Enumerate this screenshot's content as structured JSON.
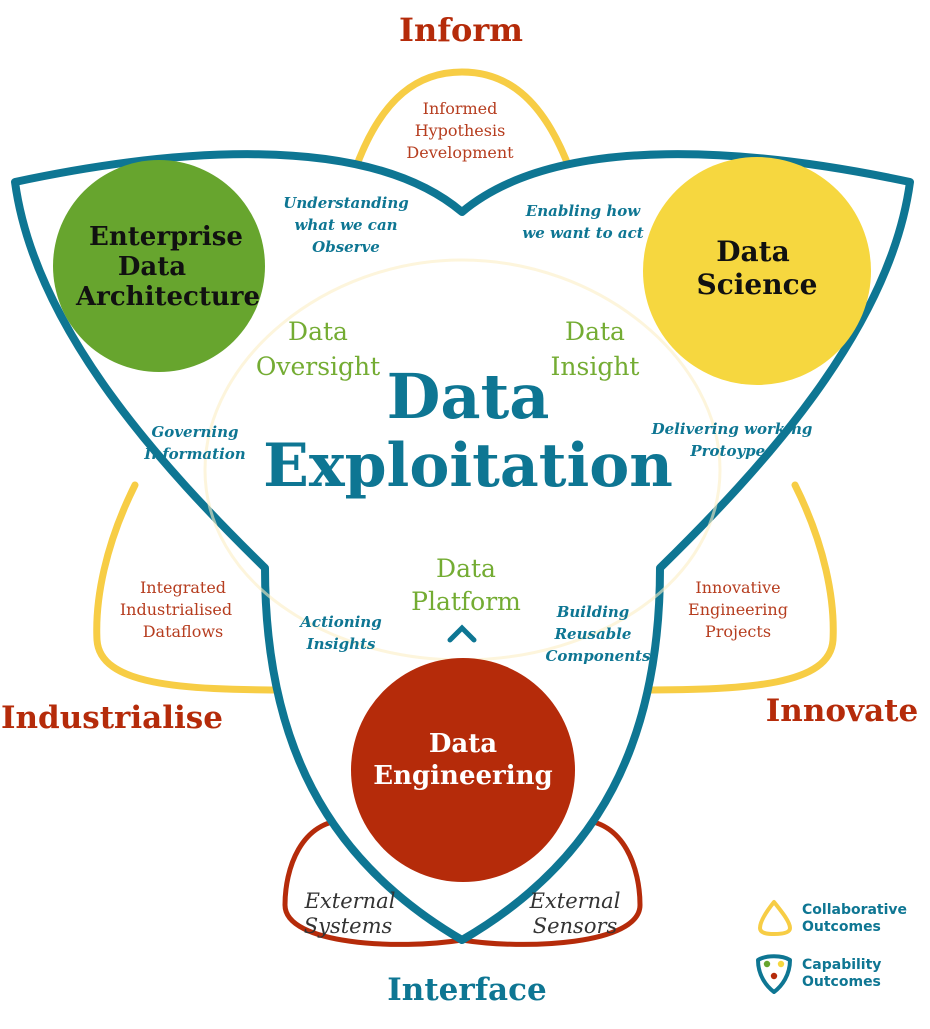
{
  "colors": {
    "teal": "#0e7693",
    "yellow": "#f7cd45",
    "yellow_fill": "#f6d73f",
    "green": "#67a52e",
    "green_text": "#74ac33",
    "red": "#b52b0a",
    "red_text": "#b63d1f",
    "dark": "#111111"
  },
  "labels": {
    "inform": "Inform",
    "industrialise": "Industrialise",
    "innovate": "Innovate",
    "interface": "Interface"
  },
  "center": {
    "line1": "Data",
    "line2": "Exploitation"
  },
  "capability_circles": {
    "eda": [
      "Enterprise",
      "Data",
      "Architecture"
    ],
    "ds": [
      "Data",
      "Science"
    ],
    "de": [
      "Data",
      "Engineering"
    ]
  },
  "disciplines": {
    "oversight": [
      "Data",
      "Oversight"
    ],
    "insight": [
      "Data",
      "Insight"
    ],
    "platform": [
      "Data",
      "Platform"
    ]
  },
  "activities": {
    "understanding": [
      "Understanding",
      "what we can",
      "Observe"
    ],
    "enabling": [
      "Enabling how",
      "we want to act"
    ],
    "governing": [
      "Governing",
      "Information"
    ],
    "delivering": [
      "Delivering working",
      "Protoypes"
    ],
    "actioning": [
      "Actioning",
      "Insights"
    ],
    "building": [
      "Building",
      "Reusable",
      "Components"
    ]
  },
  "outcomes": {
    "inform": [
      "Informed",
      "Hypothesis",
      "Development"
    ],
    "industrialise": [
      "Integrated",
      "Industrialised",
      "Dataflows"
    ],
    "innovate": [
      "Innovative",
      "Engineering",
      "Projects"
    ]
  },
  "interface_lobes": {
    "systems": [
      "External",
      "Systems"
    ],
    "sensors": [
      "External",
      "Sensors"
    ]
  },
  "legend": {
    "collaborative": [
      "Collaborative",
      "Outcomes"
    ],
    "capability": [
      "Capability",
      "Outcomes"
    ]
  }
}
